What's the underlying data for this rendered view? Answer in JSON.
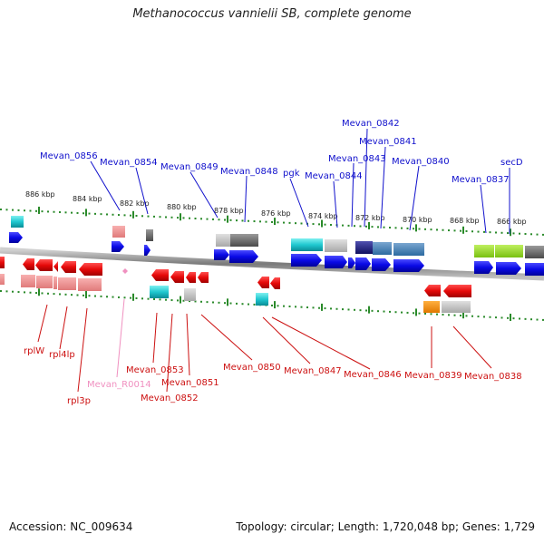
{
  "header": {
    "title": "Methanococcus vannielii SB, complete genome"
  },
  "footer": {
    "accession": "Accession: NC_009634",
    "topology": "Topology: circular; Length: 1,720,048 bp; Genes: 1,729"
  },
  "scale_labels": [
    "886 kbp",
    "884 kbp",
    "882 kbp",
    "880 kbp",
    "878 kbp",
    "876 kbp",
    "874 kbp",
    "872 kbp",
    "870 kbp",
    "868 kbp",
    "866 kbp"
  ],
  "top_gene_labels": [
    "Mevan_0856",
    "Mevan_0854",
    "Mevan_0849",
    "Mevan_0848",
    "pgk",
    "Mevan_0844",
    "Mevan_0843",
    "Mevan_0842",
    "Mevan_0841",
    "Mevan_0840",
    "Mevan_0837",
    "secD"
  ],
  "bottom_gene_labels": [
    "rplW",
    "rpl4lp",
    "rpl3p",
    "Mevan_R0014",
    "Mevan_0853",
    "Mevan_0852",
    "Mevan_0851",
    "Mevan_0850",
    "Mevan_0847",
    "Mevan_0846",
    "Mevan_0839",
    "Mevan_0838"
  ],
  "colors": {
    "forward_label": "#1010cc",
    "reverse_label": "#cc1010",
    "rna_label": "#f090c0",
    "forward_gene": "#0a0ae6",
    "reverse_gene": "#e60a0a",
    "backbone": "#8a8a8a",
    "tick": "#2a8a2a"
  }
}
